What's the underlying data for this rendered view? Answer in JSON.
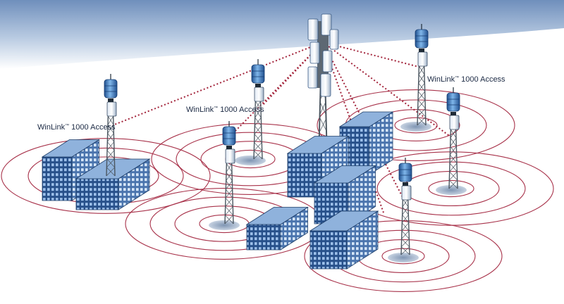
{
  "diagram": {
    "labels": {
      "left": "WinLink",
      "left_tm": "™",
      "left_suffix": " 1000 Access",
      "center": "WinLink",
      "center_tm": "™",
      "center_suffix": " 1000 Access",
      "right": "WinLink",
      "right_tm": "™",
      "right_suffix": " 1000 Access"
    },
    "colors": {
      "sky": "#9cb4d4",
      "ring": "#a8324a",
      "link": "#a3243b",
      "tower": "#4b5660",
      "building_front": "#2f5a94",
      "building_side": "#5f86bd",
      "antenna": "#3d7fc6",
      "ground_pad": "#9fb0c6"
    },
    "icons": [
      "base-station-tower-icon",
      "access-tower-icon",
      "building-icon",
      "radio-unit-icon"
    ]
  }
}
